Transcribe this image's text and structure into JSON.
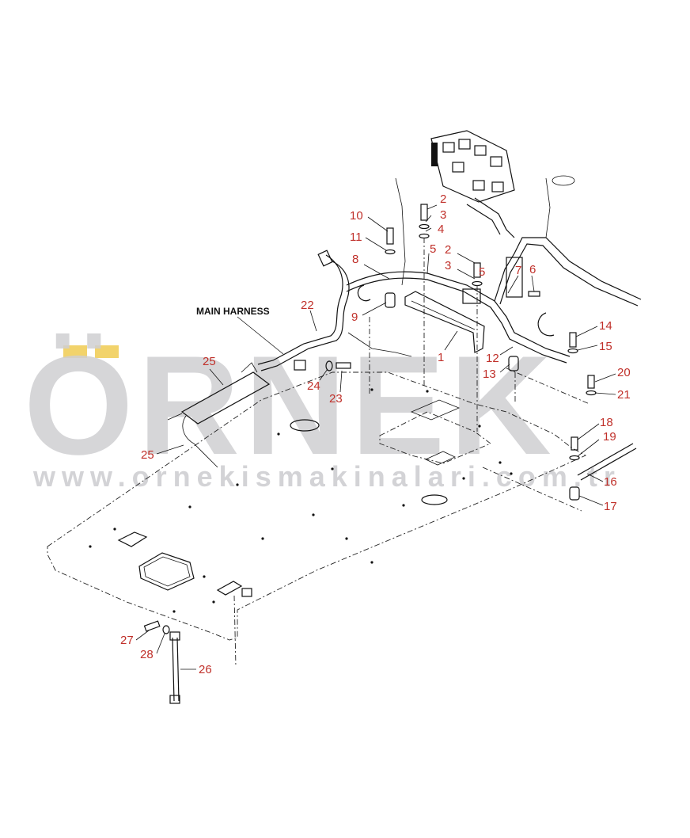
{
  "watermark": {
    "brand": "ÖRNEK",
    "url": "www.ornekismakinalari.com.tr",
    "accent_color": "#f2d36b",
    "text_color": "#cfcfd2"
  },
  "diagram": {
    "main_label": "MAIN HARNESS",
    "callout_color": "#c0302a",
    "callouts": [
      "1",
      "2",
      "2",
      "3",
      "3",
      "4",
      "5",
      "5",
      "6",
      "7",
      "8",
      "9",
      "10",
      "11",
      "12",
      "13",
      "14",
      "15",
      "16",
      "17",
      "18",
      "19",
      "20",
      "21",
      "22",
      "23",
      "24",
      "25",
      "25",
      "26",
      "27",
      "28"
    ]
  }
}
